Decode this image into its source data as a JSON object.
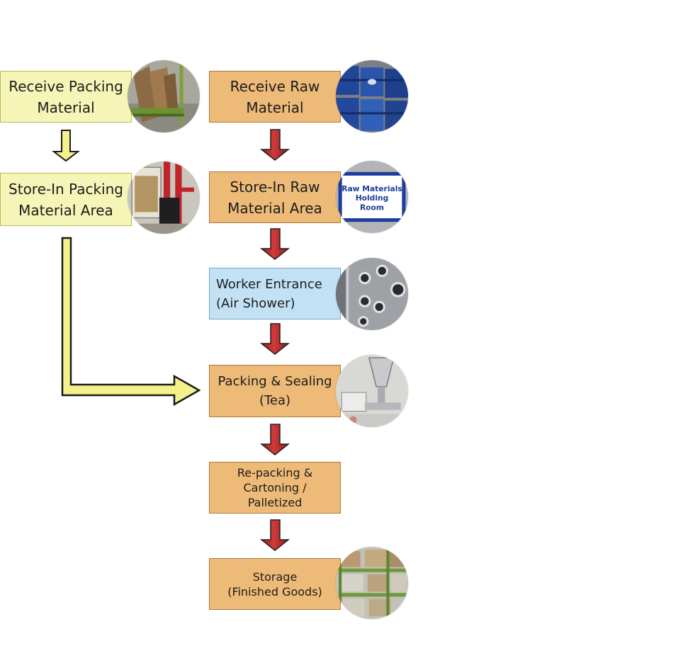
{
  "left_column": [
    {
      "label": "Receive Packing\nMaterial",
      "photo": "cardboard-cart-photo"
    },
    {
      "label": "Store-In Packing\nMaterial Area",
      "photo": "red-pallet-stacker-photo"
    }
  ],
  "main_column": [
    {
      "label": "Receive Raw\nMaterial",
      "photo": "blue-drums-photo"
    },
    {
      "label": "Store-In Raw\nMaterial Area",
      "photo": "holding-room-sign-photo"
    },
    {
      "label": "Worker Entrance\n(Air Shower)",
      "photo": "air-shower-nozzles-photo"
    },
    {
      "label": "Packing & Sealing\n(Tea)",
      "photo": "tea-packing-machine-photo"
    },
    {
      "label": "Re-packing &\nCartoning /\nPalletized"
    },
    {
      "label": "Storage\n(Finished Goods)",
      "photo": "warehouse-racking-photo"
    }
  ],
  "sign_text": [
    "Raw Materials",
    "Holding",
    "Room"
  ],
  "colors": {
    "packing_box": "#f5f5b7",
    "raw_box": "#eeba78",
    "entrance_box": "#c2e1f5",
    "red_arrow": "#c62f2f",
    "yellow_arrow": "#f4f18a"
  }
}
